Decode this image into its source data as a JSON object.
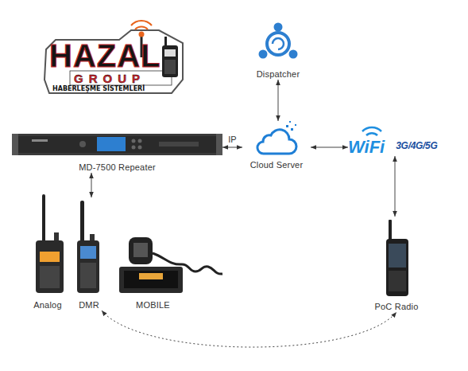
{
  "diagram": {
    "nodes": [
      {
        "text": [
          "Dispatcher"
        ]
      },
      {
        "text": [
          "MD-7500 Repeater"
        ]
      },
      {
        "text": [
          "Cloud Server"
        ]
      },
      {
        "text": [
          "WiFi",
          "3G/4G/5G"
        ]
      },
      {
        "text": [
          "Analog"
        ]
      },
      {
        "text": [
          "DMR"
        ]
      },
      {
        "text": [
          "MOBILE"
        ]
      },
      {
        "text": [
          "PoC Radio"
        ]
      }
    ],
    "edges": [
      {
        "from": 0,
        "to": 2,
        "arrow": "both"
      },
      {
        "from": 1,
        "to": 2,
        "label": "IP",
        "arrow": "both"
      },
      {
        "from": 2,
        "to": 3,
        "arrow": "both"
      },
      {
        "from": 3,
        "to": 7,
        "arrow": "both"
      },
      {
        "from": 1,
        "to": 5,
        "arrow": "both"
      },
      {
        "from": 5,
        "to": 7,
        "arrow": "both"
      }
    ],
    "labels": [
      "HAZAL",
      "GROUP",
      "HABERLEŞME SİSTEMLERİ"
    ]
  }
}
